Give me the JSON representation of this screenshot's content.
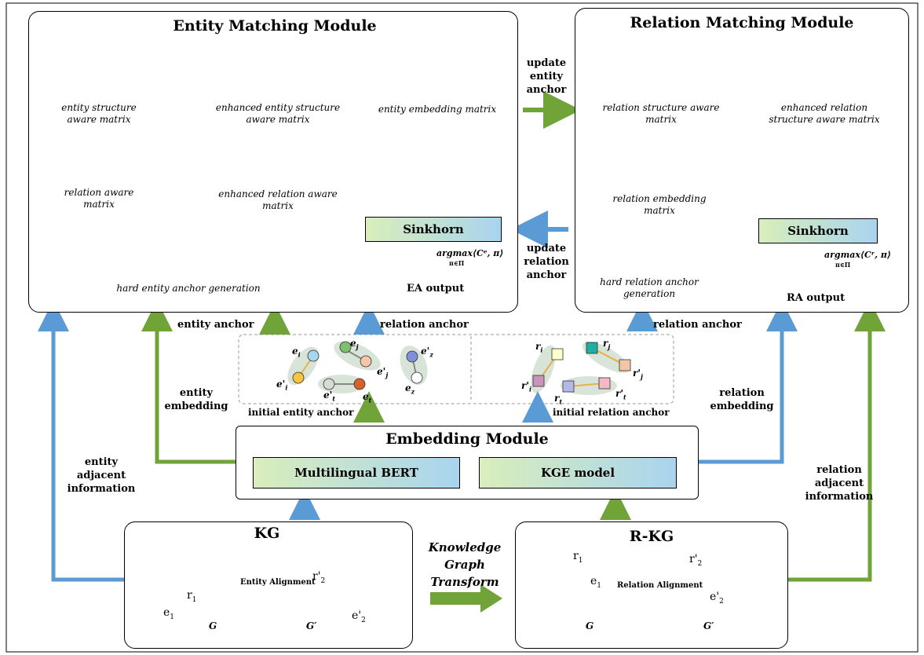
{
  "entity_module": {
    "title": "Entity Matching Module",
    "captions": {
      "structure": "entity structure\naware  matrix",
      "enhanced_structure": "enhanced entity structure\naware matrix",
      "embedding": "entity embedding matrix",
      "relation_aware": "relation aware\nmatrix",
      "enhanced_relation": "enhanced relation aware\nmatrix",
      "hard_anchor": "hard entity anchor generation"
    },
    "sinkhorn": "Sinkhorn",
    "argmax": "argmax⟨Cᵉ, π⟩",
    "argmax_sub": "π∈Π",
    "output": "EA output"
  },
  "relation_module": {
    "title": "Relation Matching Module",
    "captions": {
      "structure": "relation structure aware\nmatrix",
      "enhanced_structure": "enhanced relation\nstructure aware matrix",
      "embedding": "relation embedding\nmatrix",
      "hard_anchor": "hard relation anchor\ngeneration"
    },
    "sinkhorn": "Sinkhorn",
    "argmax": "argmax⟨Cʳ, π⟩",
    "argmax_sub": "π∈Π",
    "output": "RA output"
  },
  "middle": {
    "update_entity": "update\nentity\nanchor",
    "update_relation": "update\nrelation\nanchor"
  },
  "anchors": {
    "entity_anchor": "entity anchor",
    "relation_anchor_left": "relation anchor",
    "relation_anchor_right": "relation anchor",
    "initial_entity": "initial entity anchor",
    "initial_relation": "initial relation anchor",
    "entity_nodes": [
      "e",
      "e'",
      "e",
      "e'",
      "e'",
      "e",
      "e'",
      "e"
    ],
    "entity_subs": [
      "i",
      "i",
      "j",
      "j",
      "t",
      "t",
      "z",
      "z"
    ],
    "relation_nodes": [
      "r",
      "r'",
      "r",
      "r'",
      "r",
      "r'"
    ],
    "relation_subs": [
      "i",
      "i",
      "j",
      "j",
      "t",
      "t"
    ]
  },
  "side_labels": {
    "entity_embedding": "entity\nembedding",
    "relation_embedding": "relation\nembedding",
    "entity_adjacent": "entity\nadjacent\ninformation",
    "relation_adjacent": "relation\nadjacent\ninformation"
  },
  "embedding_module": {
    "title": "Embedding Module",
    "bert": "Multilingual BERT",
    "kge": "KGE model"
  },
  "kg": {
    "title": "KG",
    "alignment": "Entity Alignment",
    "r1": "r",
    "r1_sub": "1",
    "e1": "e",
    "e1_sub": "1",
    "r2": "r'",
    "r2_sub": "2",
    "e2": "e'",
    "e2_sub": "2",
    "g": "G",
    "gp": "G′"
  },
  "transform": "Knowledge\nGraph\nTransform",
  "rkg": {
    "title": "R-KG",
    "alignment": "Relation Alignment",
    "r1": "r",
    "r1_sub": "1",
    "e1": "e",
    "e1_sub": "1",
    "r2": "r'",
    "r2_sub": "2",
    "e2": "e'",
    "e2_sub": "2",
    "g": "G",
    "gp": "G′"
  },
  "colors": {
    "green": "#70a338",
    "blue": "#5b9bd5",
    "dark_blue": "#1f3864",
    "dark_green": "#375623"
  }
}
